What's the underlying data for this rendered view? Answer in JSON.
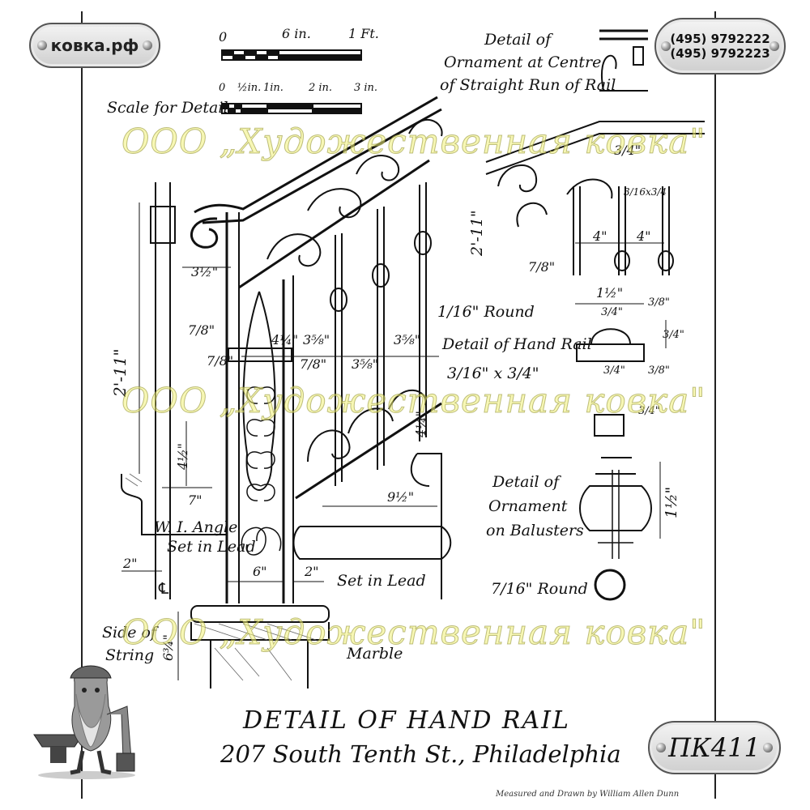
{
  "logo": {
    "text": "ковка.рф"
  },
  "phones": [
    "(495) 9792222",
    "(495) 9792223"
  ],
  "product_code": "ПК411",
  "watermark": "ООО „Художественная ковка\"",
  "scales": {
    "main": {
      "ticks": [
        "0",
        "6 in.",
        "1 Ft."
      ]
    },
    "detail": {
      "label": "Scale for Detail",
      "ticks": [
        "0",
        "½in.",
        "1in.",
        "2 in.",
        "3 in."
      ]
    }
  },
  "labels": {
    "ornament_centre": [
      "Detail of",
      "Ornament at Centre",
      "of Straight Run of Rail"
    ],
    "round": "1/16\" Round",
    "hand_rail_detail": "Detail of Hand Rail",
    "flat_bar": "3/16\" x 3/4\"",
    "ornament_balusters": [
      "Detail of",
      "Ornament",
      "on Balusters"
    ],
    "round_7_16": "7/16\" Round",
    "wi_angle": [
      "W. I. Angle",
      "Set in Lead"
    ],
    "set_in_lead": "Set in Lead",
    "side_of_string": [
      "Side of",
      "String"
    ],
    "marble": "Marble",
    "centerline": "℄"
  },
  "dimensions": [
    "3½\"",
    "7/8\"",
    "7/8\"",
    "4¼\"",
    "3⅝\"",
    "3⅝\"",
    "3⅝\"",
    "7/8\"",
    "2'-11\"",
    "4½\"",
    "7\"",
    "6\"",
    "2\"",
    "2\"",
    "9½\"",
    "6¾\"",
    "4¼\"",
    "3/4\"",
    "4\"",
    "4\"",
    "3/16x3/4",
    "2'-11\"",
    "7/8\"",
    "1½\"",
    "3/4\"",
    "3/8\"",
    "3/4\"",
    "3/8\"",
    "1½\"",
    "3/4\"",
    "3/4\""
  ],
  "title": {
    "line1": "DETAIL OF HAND RAIL",
    "line2": "207 South Tenth St., Philadelphia"
  },
  "credit": "Measured and Drawn by William Allen Dunn"
}
